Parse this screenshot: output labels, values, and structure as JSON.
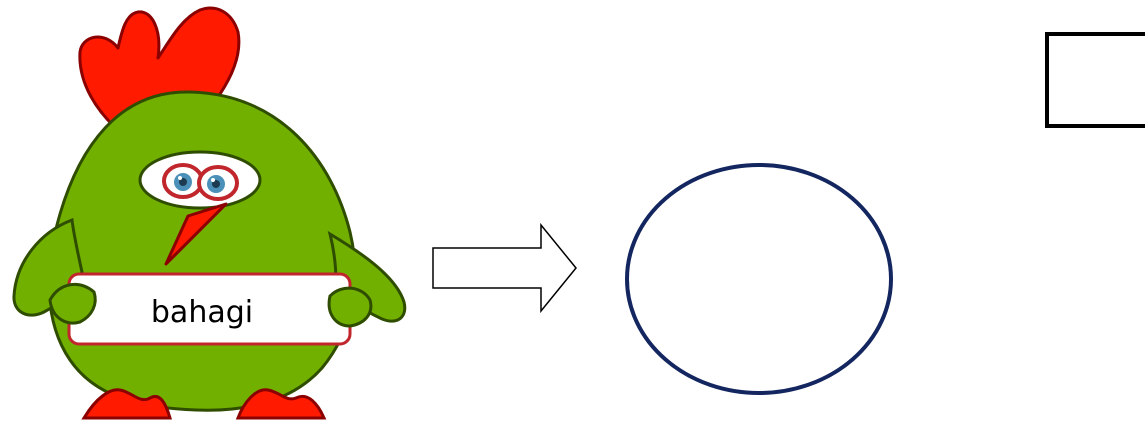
{
  "sign": {
    "word": "bahagi"
  },
  "colors": {
    "body_green": "#72b000",
    "comb_red": "#ff1a00",
    "eye_ring": "#c0262c",
    "iris_blue": "#4a90b8",
    "sign_border": "#c0262c",
    "circle_stroke": "#13265f",
    "arrow_stroke": "#000000",
    "square_stroke": "#000000"
  },
  "icons": {
    "character": "green-bird-icon",
    "arrow": "right-arrow-icon",
    "circle": "empty-circle-shape",
    "square": "empty-square-box"
  }
}
